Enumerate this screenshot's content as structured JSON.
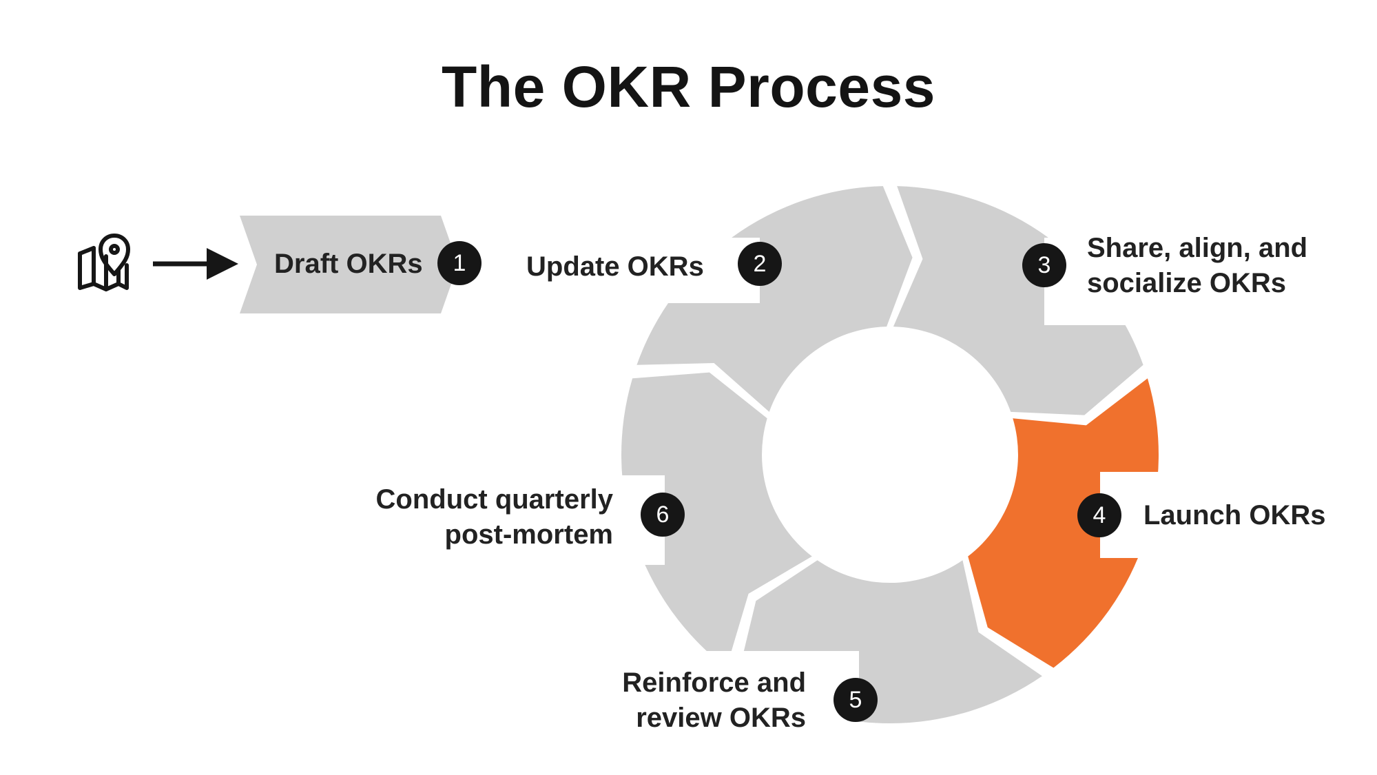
{
  "title": "The OKR Process",
  "colors": {
    "segment": "#d0d0d0",
    "highlight": "#f0712d",
    "badge": "#161616",
    "text": "#222222"
  },
  "start_icon": "map-pin-icon",
  "steps": [
    {
      "number": "1",
      "label_lines": [
        "Draft OKRs"
      ]
    },
    {
      "number": "2",
      "label_lines": [
        "Update OKRs"
      ]
    },
    {
      "number": "3",
      "label_lines": [
        "Share, align, and",
        "socialize OKRs"
      ],
      "highlighted": true
    },
    {
      "number": "4",
      "label_lines": [
        "Launch OKRs"
      ]
    },
    {
      "number": "5",
      "label_lines": [
        "Reinforce and",
        "review OKRs"
      ]
    },
    {
      "number": "6",
      "label_lines": [
        "Conduct quarterly",
        "post-mortem"
      ]
    }
  ]
}
